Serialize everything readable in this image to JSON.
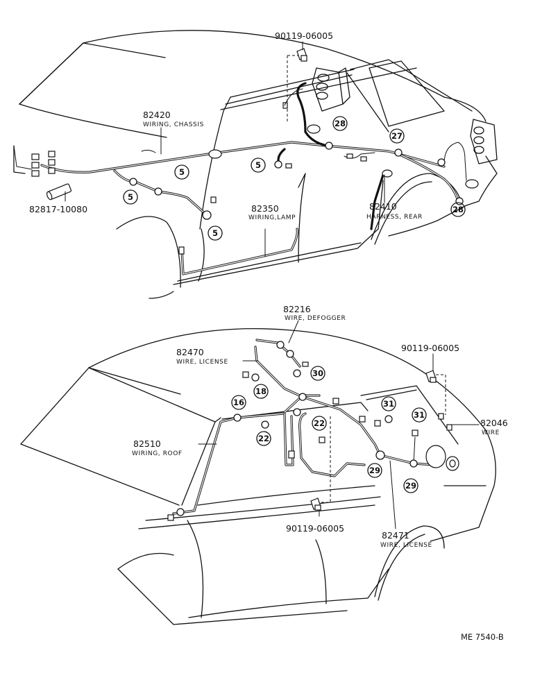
{
  "diagram_id": "ME  7540-B",
  "upper_view": {
    "parts": [
      {
        "number": "90119-06005",
        "description": ""
      },
      {
        "number": "82420",
        "description": "WIRING, CHASSIS"
      },
      {
        "number": "82817-10080",
        "description": ""
      },
      {
        "number": "82350",
        "description": "WIRING,LAMP"
      },
      {
        "number": "82410",
        "description": "HARNESS, REAR"
      }
    ],
    "refs": [
      "5",
      "5",
      "5",
      "5",
      "27",
      "28",
      "28"
    ]
  },
  "lower_view": {
    "parts": [
      {
        "number": "82216",
        "description": "WIRE, DEFOGGER"
      },
      {
        "number": "82470",
        "description": "WIRE, LICENSE"
      },
      {
        "number": "90119-06005",
        "description": ""
      },
      {
        "number": "82046",
        "description": "WIRE"
      },
      {
        "number": "82510",
        "description": "WIRING, ROOF"
      },
      {
        "number": "90119-06005",
        "description": ""
      },
      {
        "number": "82471",
        "description": "WIRE, LICENSE"
      }
    ],
    "refs": [
      "30",
      "18",
      "16",
      "22",
      "22",
      "31",
      "31",
      "29",
      "29"
    ]
  }
}
